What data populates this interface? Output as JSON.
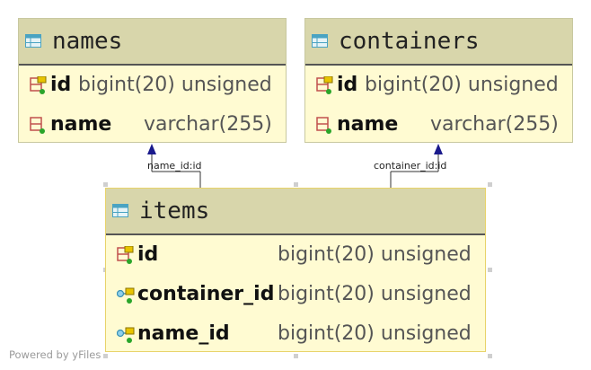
{
  "tables": [
    {
      "name": "names",
      "columns": [
        {
          "name": "id",
          "type": "bigint(20) unsigned",
          "icon": "primary-key-icon"
        },
        {
          "name": "name",
          "type": "varchar(255)",
          "icon": "column-icon"
        }
      ]
    },
    {
      "name": "containers",
      "columns": [
        {
          "name": "id",
          "type": "bigint(20) unsigned",
          "icon": "primary-key-icon"
        },
        {
          "name": "name",
          "type": "varchar(255)",
          "icon": "column-icon"
        }
      ]
    },
    {
      "name": "items",
      "columns": [
        {
          "name": "id",
          "type": "bigint(20) unsigned",
          "icon": "primary-key-icon"
        },
        {
          "name": "container_id",
          "type": "bigint(20) unsigned",
          "icon": "foreign-key-icon"
        },
        {
          "name": "name_id",
          "type": "bigint(20) unsigned",
          "icon": "foreign-key-icon"
        }
      ]
    }
  ],
  "relations": [
    {
      "label": "name_id:id",
      "from": "items",
      "to": "names"
    },
    {
      "label": "container_id:id",
      "from": "items",
      "to": "containers"
    }
  ],
  "watermark": "Powered by yFiles",
  "colors": {
    "table_body": "#fffbd2",
    "table_header": "#d8d6ab",
    "arrow": "#1a1a8c",
    "key": "#e8c400",
    "not_null_dot": "#2aa52a"
  }
}
